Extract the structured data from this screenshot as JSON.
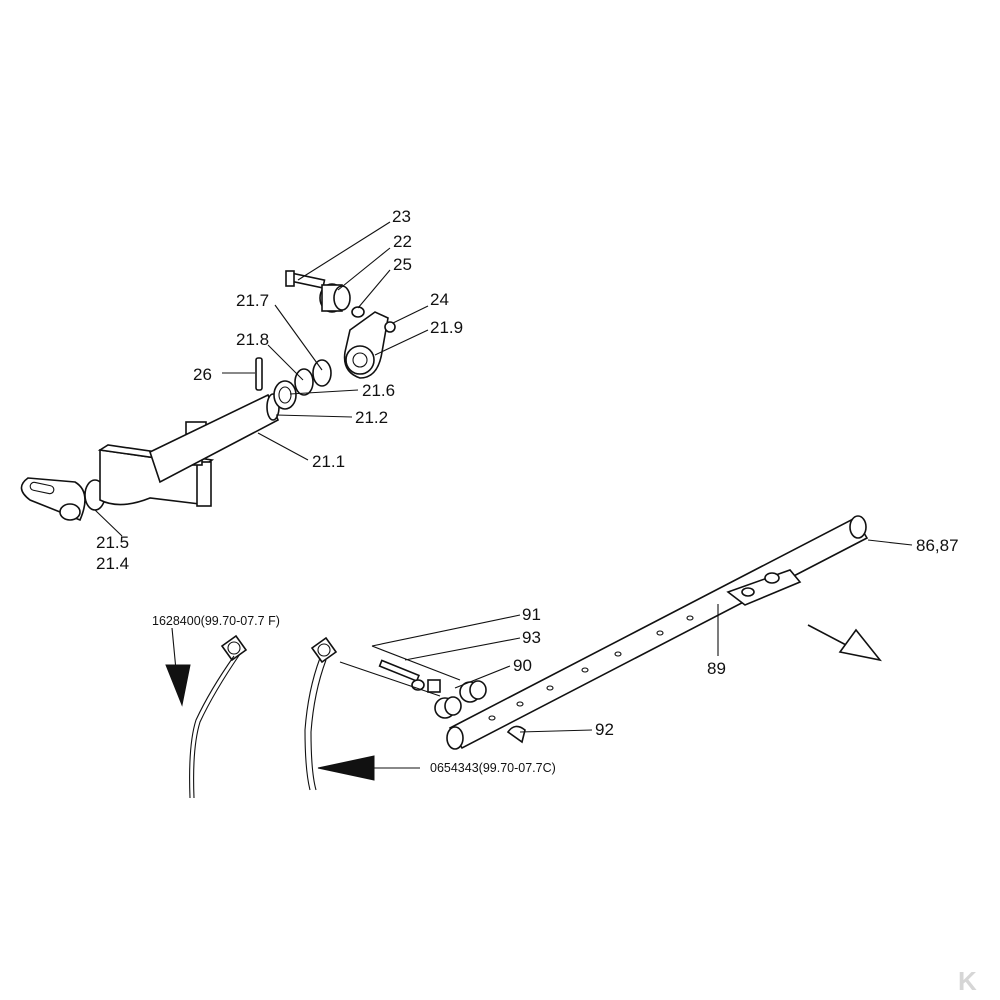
{
  "labels": {
    "l23": "23",
    "l22": "22",
    "l25": "25",
    "l24": "24",
    "l21_9": "21.9",
    "l21_7": "21.7",
    "l21_8": "21.8",
    "l26": "26",
    "l21_6": "21.6",
    "l21_2": "21.2",
    "l21_1": "21.1",
    "l21_5": "21.5",
    "l21_4": "21.4",
    "l86_87": "86,87",
    "l89": "89",
    "l91": "91",
    "l93": "93",
    "l90": "90",
    "l92": "92",
    "ref_left": "1628400(99.70-07.7 F)",
    "ref_right": "0654343(99.70-07.7C)"
  },
  "watermark": "K",
  "colors": {
    "ink": "#111111",
    "background": "#ffffff",
    "watermark": "#d6d6d6"
  }
}
